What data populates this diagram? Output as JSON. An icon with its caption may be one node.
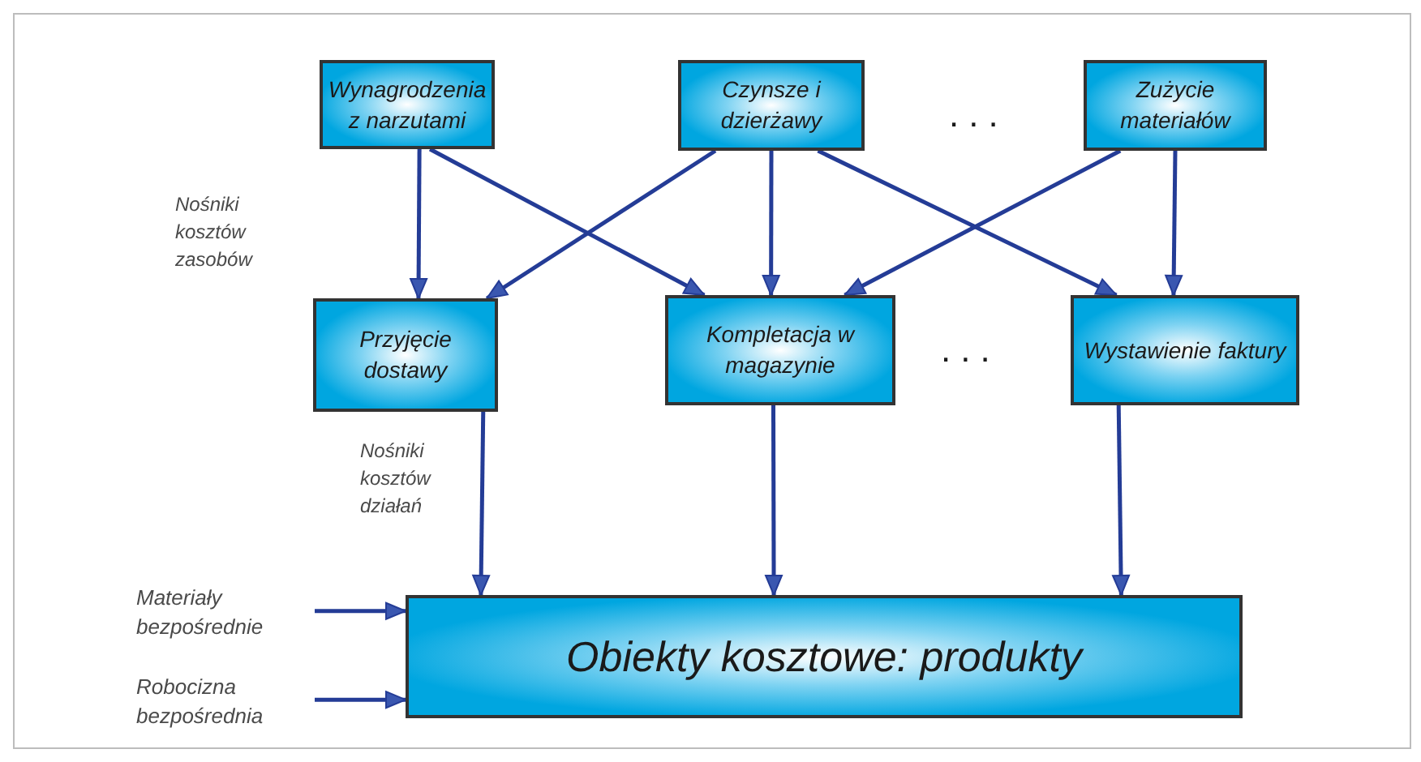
{
  "diagram": {
    "nodes": [
      {
        "text": [
          "Wynagrodzenia z narzutami"
        ]
      },
      {
        "text": [
          "Czynsze i dzierżawy"
        ]
      },
      {
        "text": [
          "Zużycie materiałów"
        ]
      },
      {
        "text": [
          "Przyjęcie dostawy"
        ]
      },
      {
        "text": [
          "Kompletacja w magazynie"
        ]
      },
      {
        "text": [
          "Wystawienie faktury"
        ]
      },
      {
        "text": [
          "Obiekty kosztowe: produkty"
        ]
      },
      {
        "text": [
          "Materiały bezpośrednie"
        ]
      },
      {
        "text": [
          "Robocizna bezpośrednia"
        ]
      }
    ],
    "edges": [
      {
        "from": 0,
        "to": 3,
        "arrow": "to"
      },
      {
        "from": 0,
        "to": 4,
        "arrow": "to"
      },
      {
        "from": 1,
        "to": 3,
        "arrow": "to"
      },
      {
        "from": 1,
        "to": 4,
        "arrow": "to"
      },
      {
        "from": 1,
        "to": 5,
        "arrow": "to"
      },
      {
        "from": 2,
        "to": 4,
        "arrow": "to"
      },
      {
        "from": 2,
        "to": 5,
        "arrow": "to"
      },
      {
        "from": 3,
        "to": 6,
        "arrow": "to"
      },
      {
        "from": 4,
        "to": 6,
        "arrow": "to"
      },
      {
        "from": 5,
        "to": 6,
        "arrow": "to"
      },
      {
        "from": 7,
        "to": 6,
        "arrow": "to"
      },
      {
        "from": 8,
        "to": 6,
        "arrow": "to"
      }
    ],
    "labels": [
      "...",
      "Nośniki kosztów zasobów",
      "...",
      "Nośniki kosztów działań"
    ]
  }
}
